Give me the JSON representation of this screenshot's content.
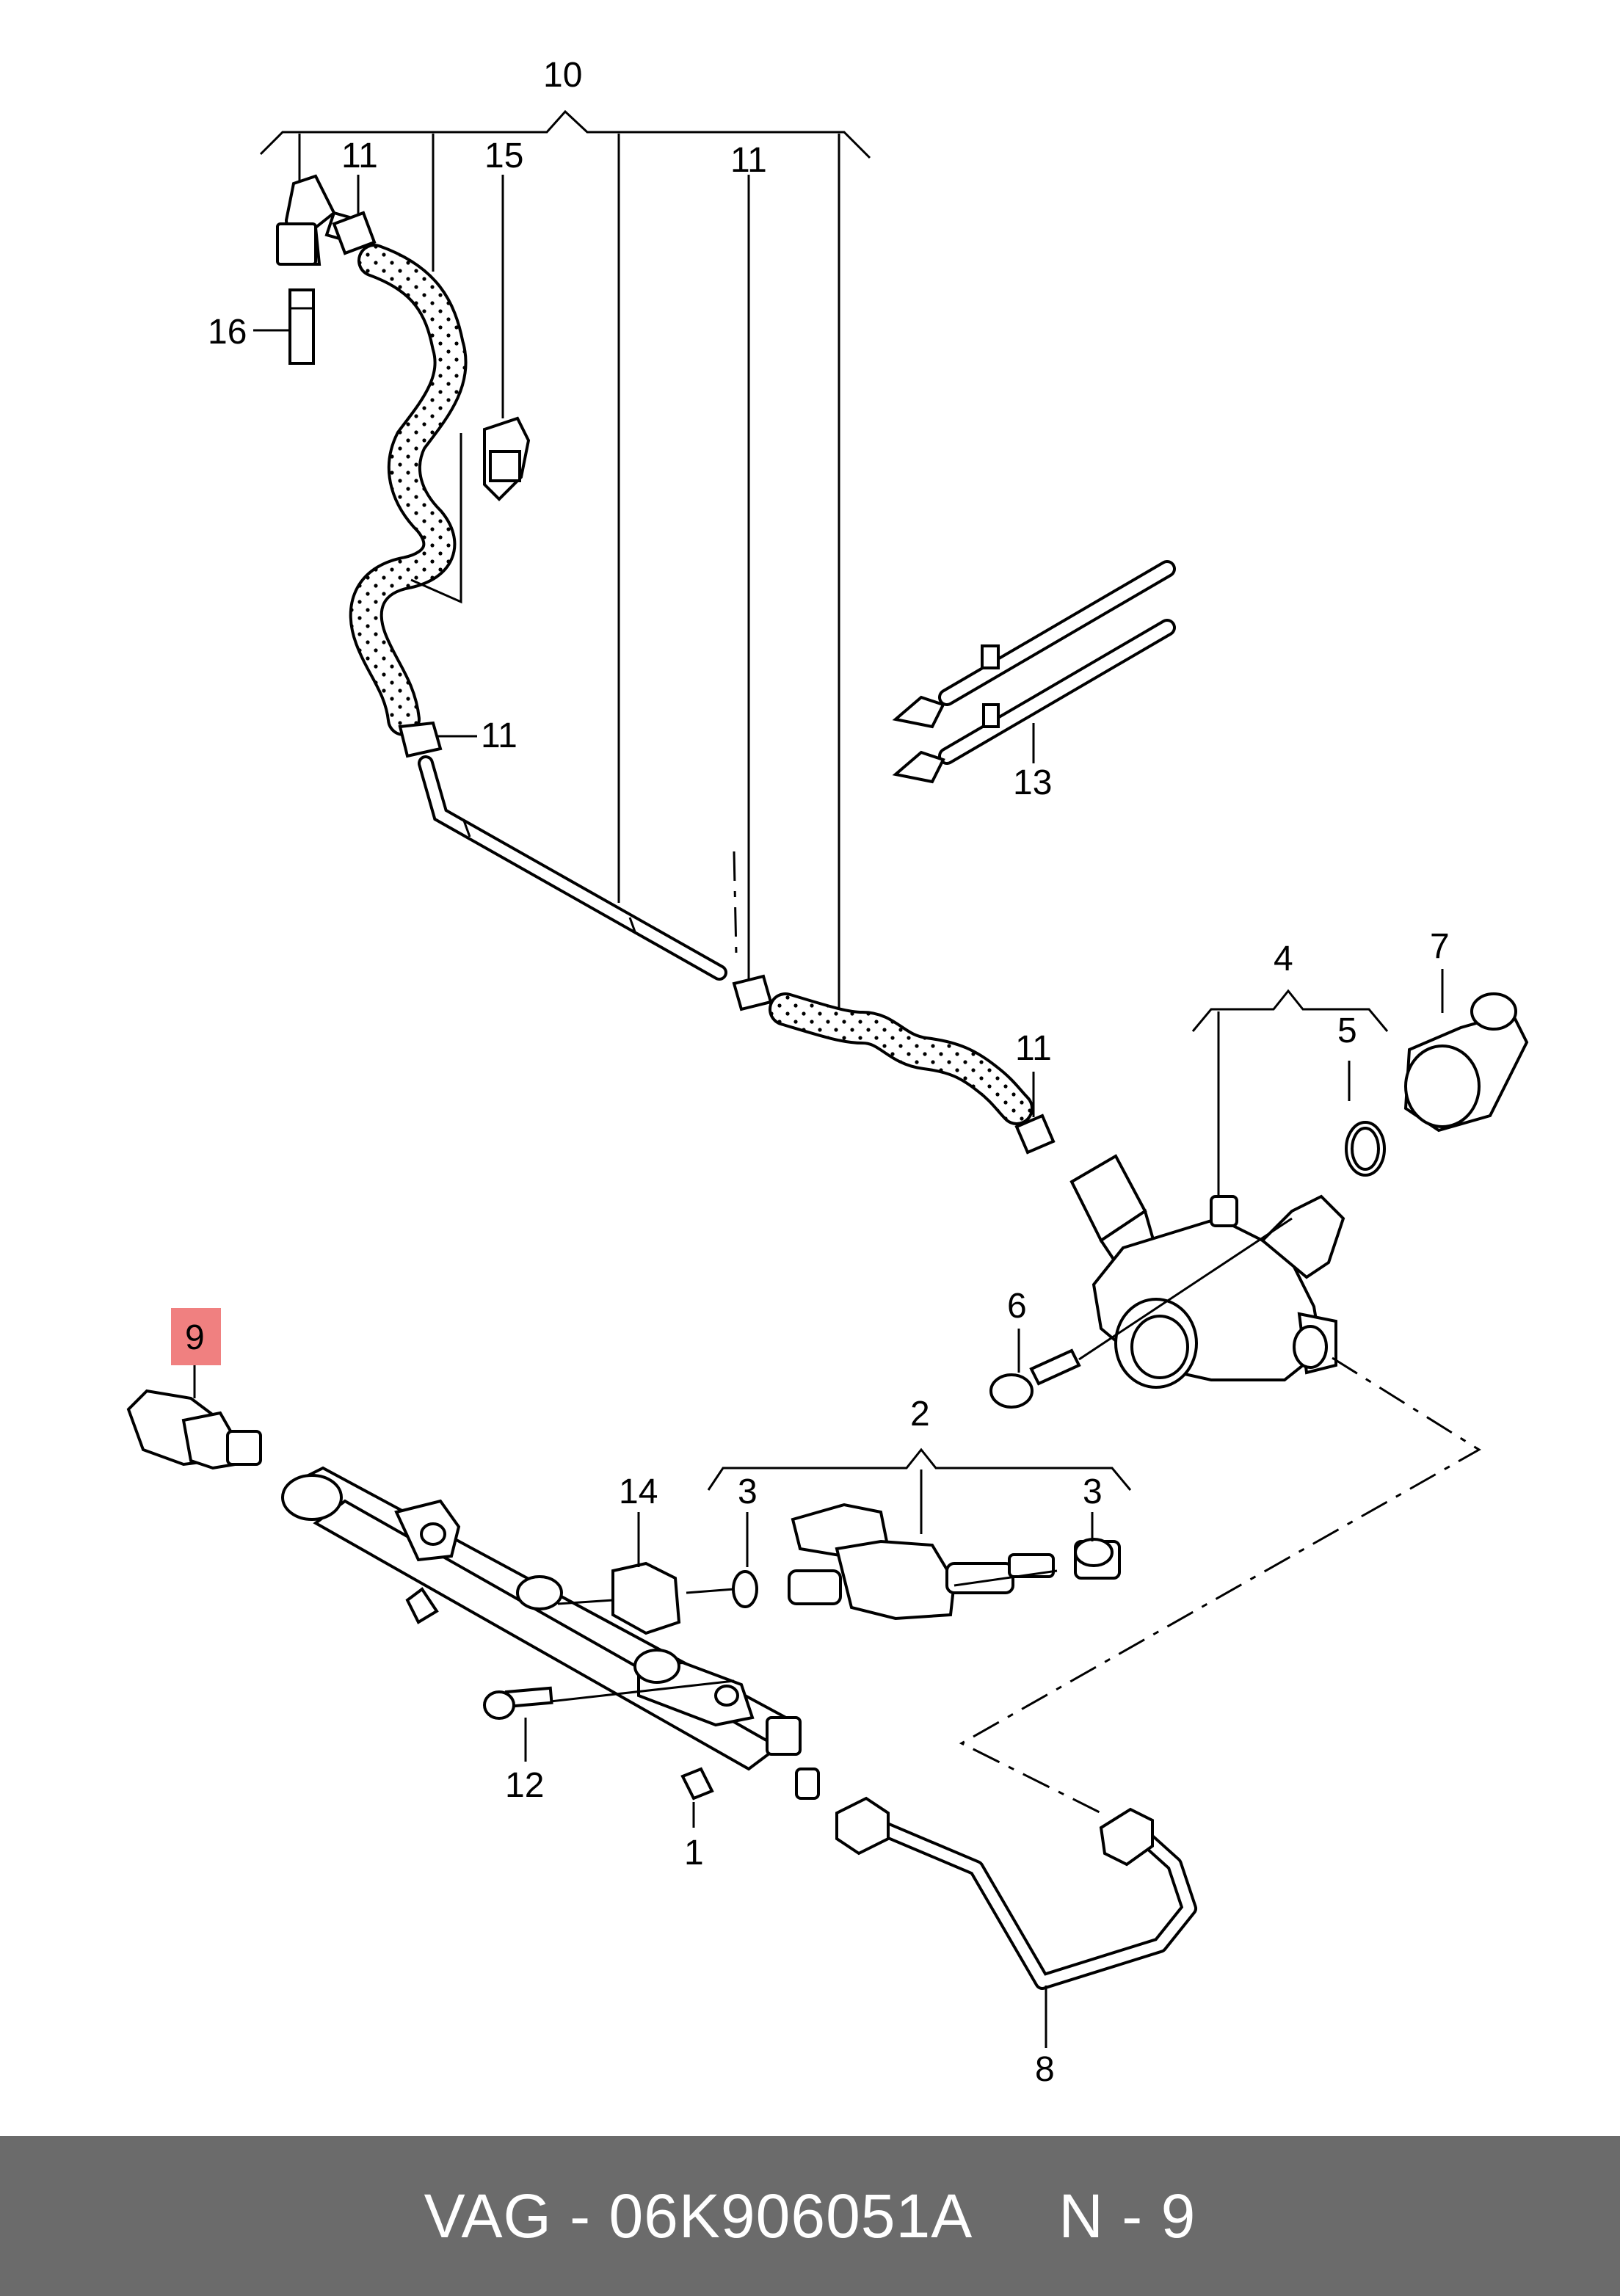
{
  "diagram": {
    "callouts": [
      {
        "id": "1",
        "text": "1"
      },
      {
        "id": "2",
        "text": "2"
      },
      {
        "id": "3a",
        "text": "3"
      },
      {
        "id": "3b",
        "text": "3"
      },
      {
        "id": "4",
        "text": "4"
      },
      {
        "id": "5",
        "text": "5"
      },
      {
        "id": "6",
        "text": "6"
      },
      {
        "id": "7",
        "text": "7"
      },
      {
        "id": "8",
        "text": "8"
      },
      {
        "id": "9",
        "text": "9"
      },
      {
        "id": "10",
        "text": "10"
      },
      {
        "id": "11a",
        "text": "11"
      },
      {
        "id": "11b",
        "text": "11"
      },
      {
        "id": "11c",
        "text": "11"
      },
      {
        "id": "11d",
        "text": "11"
      },
      {
        "id": "12",
        "text": "12"
      },
      {
        "id": "13",
        "text": "13"
      },
      {
        "id": "14",
        "text": "14"
      },
      {
        "id": "15",
        "text": "15"
      },
      {
        "id": "16",
        "text": "16"
      }
    ],
    "highlight_color": "#f08080"
  },
  "footer": {
    "text": "VAG - 06K906051A     N - 9",
    "background": "#6b6b6b",
    "text_color": "#ffffff"
  }
}
